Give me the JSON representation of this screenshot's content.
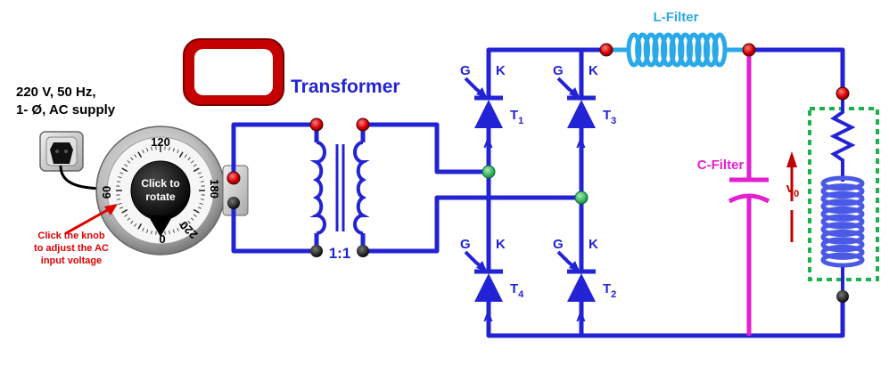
{
  "supply": {
    "label_line1": "220 V, 50 Hz,",
    "label_line2": "1- Ø, AC supply"
  },
  "autotransformer": {
    "knob_label_line1": "Click to",
    "knob_label_line2": "rotate",
    "dial_ticks": [
      "0",
      "60",
      "120",
      "180",
      "220"
    ],
    "hint_line1": "Click the knob",
    "hint_line2": "to adjust the AC",
    "hint_line3": "input voltage"
  },
  "transformer": {
    "title": "Transformer",
    "ratio": "1:1"
  },
  "thyristors": [
    {
      "name": "T",
      "sub": "1",
      "gate": "G",
      "cathode": "K",
      "anode": "A"
    },
    {
      "name": "T",
      "sub": "3",
      "gate": "G",
      "cathode": "K",
      "anode": "A"
    },
    {
      "name": "T",
      "sub": "4",
      "gate": "G",
      "cathode": "K",
      "anode": "A"
    },
    {
      "name": "T",
      "sub": "2",
      "gate": "G",
      "cathode": "K",
      "anode": "A"
    }
  ],
  "filters": {
    "l_filter": "L-Filter",
    "c_filter": "C-Filter"
  },
  "load": {
    "output_symbol": "v",
    "output_sub": "0"
  },
  "colors": {
    "wire": "#2323d6",
    "l_filter": "#2aa9e8",
    "c_filter": "#e51fd0",
    "transformer_title": "#2323d6",
    "red_terminal": "#d40000",
    "green_node": "#10a53c",
    "load_box": "#1cb24b",
    "arrow": "#c00000",
    "hint": "#e00000"
  }
}
